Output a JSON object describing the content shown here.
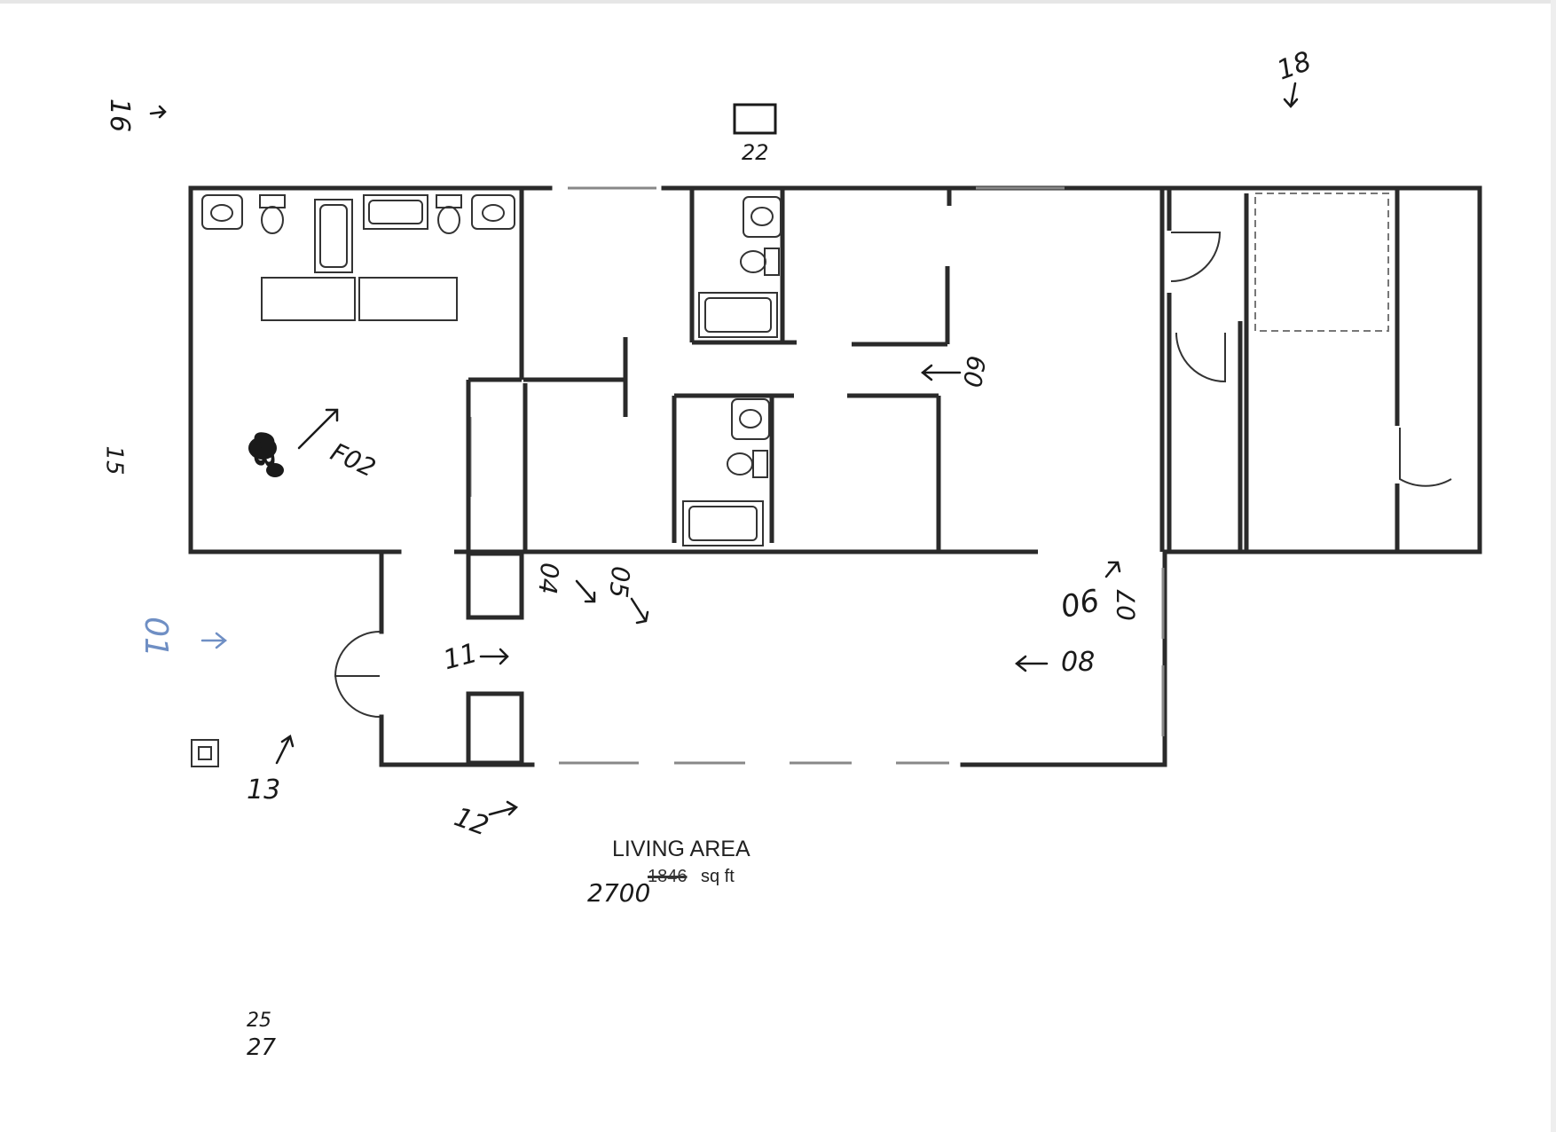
{
  "colors": {
    "ink": "#1a1a1a",
    "wall": "#2a2a2a",
    "blue_ink": "#6f8fc4",
    "paper": "#ffffff"
  },
  "area_label": {
    "title": "LIVING AREA",
    "struck_value": "1846",
    "unit": "sq ft",
    "handwritten_value": "2700"
  },
  "handwritten_marks": {
    "m16": "16",
    "m22": "22",
    "m18": "18",
    "m15": "15",
    "m03": "03",
    "m02": "F02",
    "m09": "09",
    "m04": "04",
    "m05": "05",
    "m06": "06",
    "m07": "07",
    "m01": "01",
    "m11": "11",
    "m08": "08",
    "m13": "13",
    "m12": "12",
    "m25": "25",
    "m27": "27"
  }
}
